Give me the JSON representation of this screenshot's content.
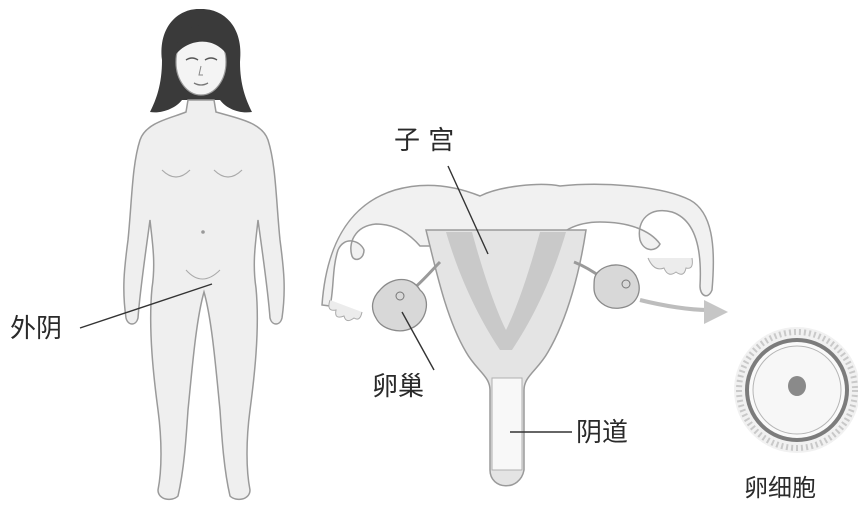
{
  "labels": {
    "vulva": "外阴",
    "uterus": "子 宫",
    "ovary": "卵巢",
    "vagina": "阴道",
    "egg_cell": "卵细胞"
  },
  "colors": {
    "figure_outline": "#9a9a9a",
    "body_fill": "#efefef",
    "hair": "#3a3a3a",
    "organ_fill": "#e4e4e4",
    "organ_shade": "#c9c9c9",
    "leader_line": "#333333",
    "label_text": "#2a2a2a",
    "egg_ring": "#7c7c7c",
    "egg_nucleus": "#8a8a8a"
  }
}
